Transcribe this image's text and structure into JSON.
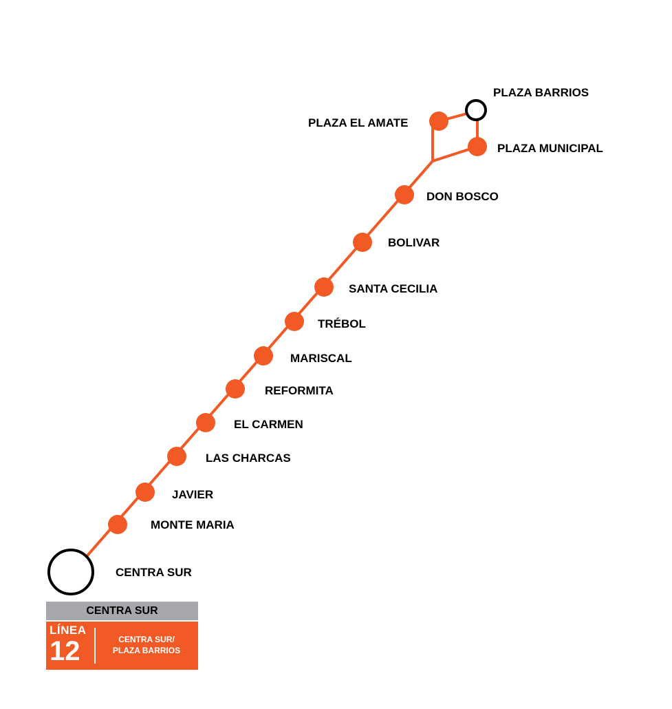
{
  "map": {
    "line_color": "#f15a24",
    "terminal_color": "#000000",
    "stations": [
      {
        "id": "centra-sur",
        "name": "CENTRA SUR",
        "type": "terminal"
      },
      {
        "id": "monte-maria",
        "name": "MONTE MARIA",
        "type": "station"
      },
      {
        "id": "javier",
        "name": "JAVIER",
        "type": "station"
      },
      {
        "id": "las-charcas",
        "name": "LAS CHARCAS",
        "type": "station"
      },
      {
        "id": "el-carmen",
        "name": "EL CARMEN",
        "type": "station"
      },
      {
        "id": "reformita",
        "name": "REFORMITA",
        "type": "station"
      },
      {
        "id": "mariscal",
        "name": "MARISCAL",
        "type": "station"
      },
      {
        "id": "trebol",
        "name": "TRÉBOL",
        "type": "station"
      },
      {
        "id": "santa-cecilia",
        "name": "SANTA CECILIA",
        "type": "station"
      },
      {
        "id": "bolivar",
        "name": "BOLIVAR",
        "type": "station"
      },
      {
        "id": "don-bosco",
        "name": "DON BOSCO",
        "type": "station"
      },
      {
        "id": "plaza-el-amate",
        "name": "PLAZA EL AMATE",
        "type": "station"
      },
      {
        "id": "plaza-municipal",
        "name": "PLAZA MUNICIPAL",
        "type": "station"
      },
      {
        "id": "plaza-barrios",
        "name": "PLAZA BARRIOS",
        "type": "terminal"
      }
    ]
  },
  "legend": {
    "terminal_label": "CENTRA SUR",
    "linea_label": "LÍNEA",
    "line_number": "12",
    "route_line1": "CENTRA SUR/",
    "route_line2": "PLAZA BARRIOS",
    "bar_color": "#a7a8ab",
    "box_color": "#f15a24"
  }
}
